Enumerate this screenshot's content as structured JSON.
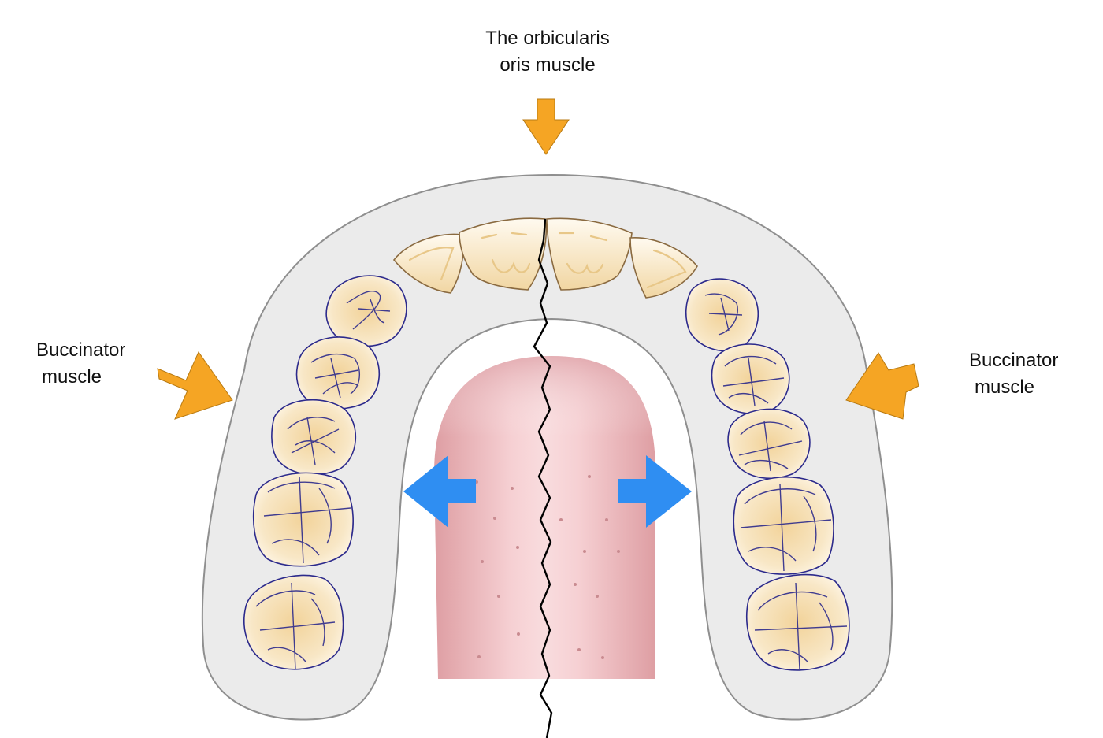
{
  "labels": {
    "top": [
      "The orbicularis",
      "oris muscle"
    ],
    "left": [
      "Buccinator",
      "muscle"
    ],
    "right": [
      "Buccinator",
      "muscle"
    ]
  },
  "colors": {
    "gum": "#ebebeb",
    "gum_outline": "#8f8f8f",
    "tooth_fill": "#f6e4bd",
    "incisor_outline": "#8a6a40",
    "molar_outline": "#2c2a8c",
    "tongue": "#efb3b8",
    "pressure_arrow": "#f5a524",
    "expansion_arrow": "#2f8ef2",
    "midline": "#000000"
  },
  "icons": {
    "inward_arrow": "arrow-orange-icon",
    "outward_arrow": "arrow-blue-icon"
  }
}
